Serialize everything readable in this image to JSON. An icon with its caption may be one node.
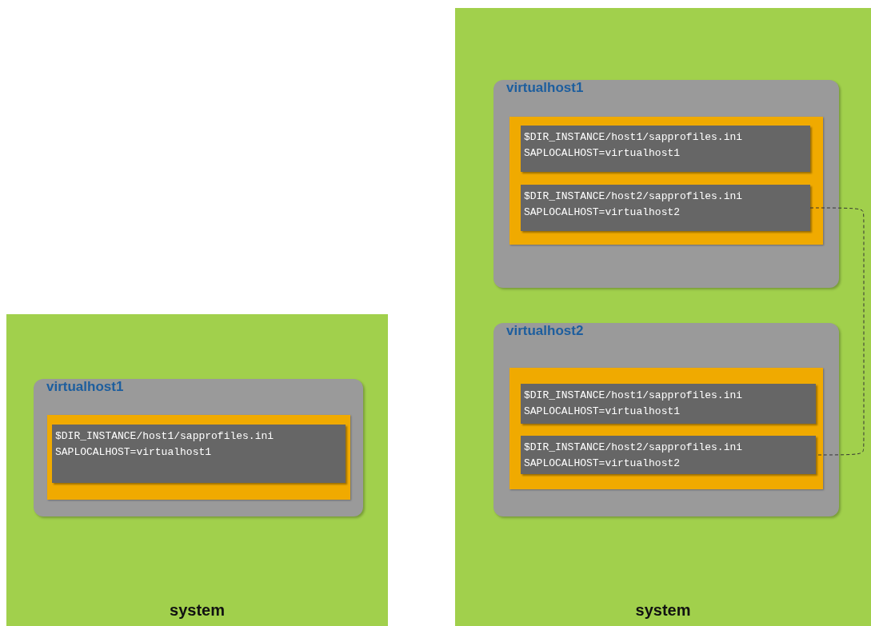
{
  "diagram": {
    "nodes": [
      {
        "text": [
          "system"
        ]
      },
      {
        "text": [
          "virtualhost1"
        ],
        "in": 0
      },
      {
        "text": [],
        "shape": "box",
        "in": 1
      },
      {
        "text": [
          "$DIR_INSTANCE/host1/sapprofiles.ini",
          "SAPLOCALHOST=virtualhost1"
        ],
        "in": 2
      },
      {
        "text": [
          "system"
        ]
      },
      {
        "text": [
          "virtualhost1"
        ],
        "in": 4
      },
      {
        "text": [],
        "shape": "box",
        "in": 5
      },
      {
        "text": [
          "$DIR_INSTANCE/host1/sapprofiles.ini",
          "SAPLOCALHOST=virtualhost1"
        ],
        "in": 6
      },
      {
        "text": [
          "$DIR_INSTANCE/host2/sapprofiles.ini",
          "SAPLOCALHOST=virtualhost2"
        ],
        "in": 6
      },
      {
        "text": [
          "virtualhost2"
        ],
        "in": 4
      },
      {
        "text": [],
        "shape": "box",
        "in": 9
      },
      {
        "text": [
          "$DIR_INSTANCE/host1/sapprofiles.ini",
          "SAPLOCALHOST=virtualhost1"
        ],
        "in": 10
      },
      {
        "text": [
          "$DIR_INSTANCE/host2/sapprofiles.ini",
          "SAPLOCALHOST=virtualhost2"
        ],
        "in": 10
      }
    ],
    "edges": [
      {
        "from": 8,
        "to": 12,
        "arrow": "none",
        "style": "dashed"
      }
    ]
  }
}
